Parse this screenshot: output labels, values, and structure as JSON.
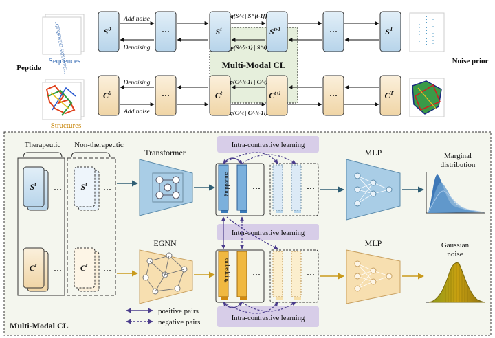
{
  "top": {
    "side_left_label": "Peptide",
    "side_right_label": "Noise prior",
    "seq_caption": "Sequences",
    "struct_caption": "Structures",
    "seq_sample_text": "...QPQRWDD SKNAWPG...",
    "seq_row": {
      "s0": "S",
      "s0_sup": "0",
      "dots1": "···",
      "st": "S",
      "st_sup": "t",
      "st1": "S",
      "st1_sup": "t+1",
      "dots2": "···",
      "sT": "S",
      "sT_sup": "T",
      "add_noise": "Add noise",
      "denoising": "Denoising",
      "q_label": "q(S^t | S^{t-1})",
      "p_label": "p(S^{t-1} | S^t)"
    },
    "struct_row": {
      "c0": "C",
      "c0_sup": "0",
      "dots1": "···",
      "ct": "C",
      "ct_sup": "t",
      "ct1": "C",
      "ct1_sup": "t+1",
      "dots2": "···",
      "cT": "C",
      "cT_sup": "T",
      "add_noise": "Add noise",
      "denoising": "Denoising",
      "q_label": "q(C^t | C^{t-1})",
      "p_label": "p(C^{t-1} | C^t)"
    },
    "mmcl_label": "Multi-Modal CL"
  },
  "bottom": {
    "therapeutic_label": "Therapeutic",
    "non_therapeutic_label": "Non-therapeutic",
    "st_label": "S",
    "st_sup": "t",
    "ct_label": "C",
    "ct_sup": "t",
    "dots": "···",
    "transformer_label": "Transformer",
    "egnn_label": "EGNN",
    "intra_top": "Intra-contrastive learning",
    "inter": "Inter-contrastive learning",
    "intra_bottom": "Intra-contrastive learning",
    "embedding": "embedding",
    "mlp_top": "MLP",
    "mlp_bottom": "MLP",
    "marginal_line1": "Marginal",
    "marginal_line2": "distribution",
    "gaussian_line1": "Gaussian",
    "gaussian_line2": "noise",
    "legend_pos": "positive pairs",
    "legend_neg": "negative pairs",
    "panel_label": "Multi-Modal CL"
  },
  "colors": {
    "seq_box": "#c9dfee",
    "struct_box": "#f6e4c4",
    "transformer": "#a9cde6",
    "egnn": "#f7dfb0",
    "purple_band": "#d7cde8",
    "panel_bg": "#f4f6ee",
    "mmcl_red": "#8b2323",
    "caption_blue": "#3b6fb6",
    "caption_orange": "#c8860a",
    "arrow_teal": "#2e5d73",
    "arrow_gold": "#c99a1c",
    "purple": "#4a3c8c"
  }
}
